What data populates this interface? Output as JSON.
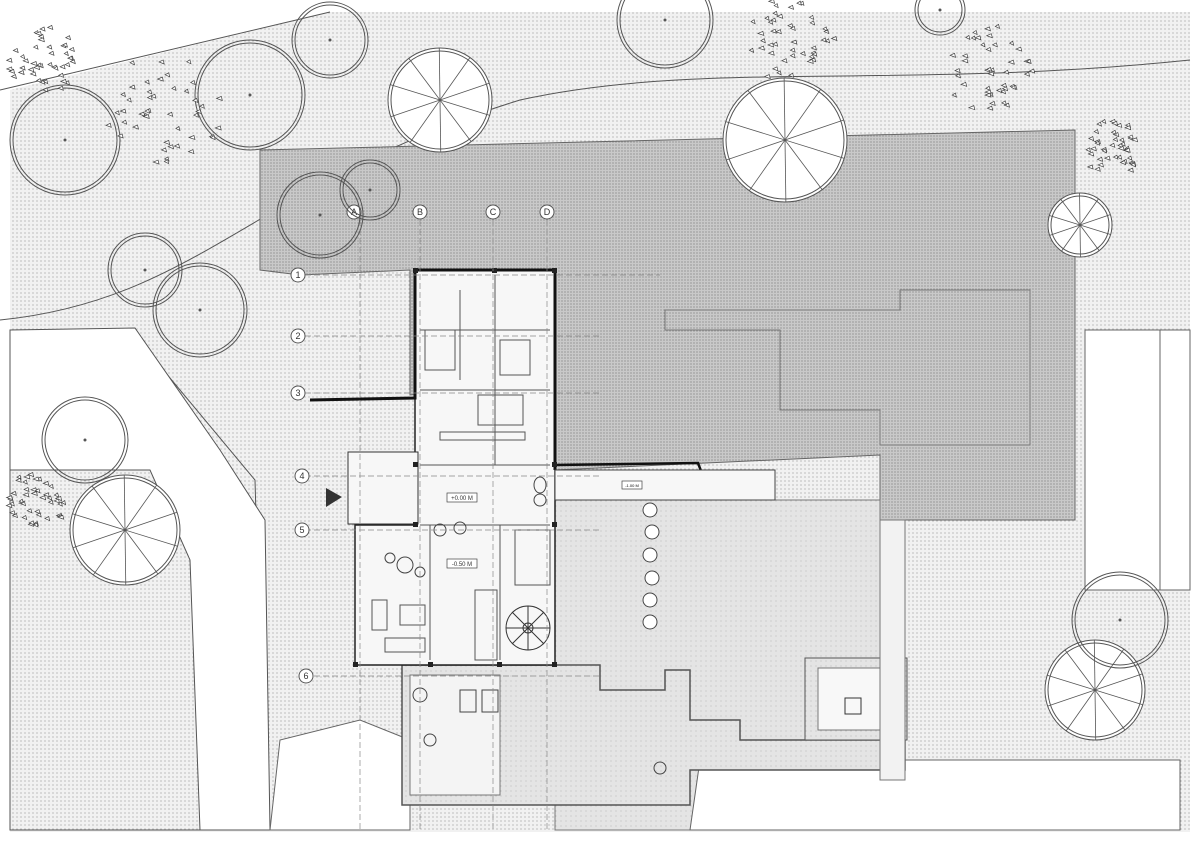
{
  "grid": {
    "columns": [
      "A",
      "B",
      "C",
      "D"
    ],
    "rows": [
      "1",
      "2",
      "3",
      "4",
      "5",
      "6"
    ]
  },
  "levels": {
    "entrance": "+0.00 M",
    "living": "-0.50 M",
    "terrace": "-1.00 M"
  },
  "colors": {
    "paving": "#d6d6d6",
    "ground": "#ececec",
    "line": "#444444",
    "wall": "#222222"
  },
  "icons": [
    "tree-plan-symbol",
    "shrub-cluster",
    "entrance-arrow",
    "north-arrow",
    "spiral-stair"
  ]
}
